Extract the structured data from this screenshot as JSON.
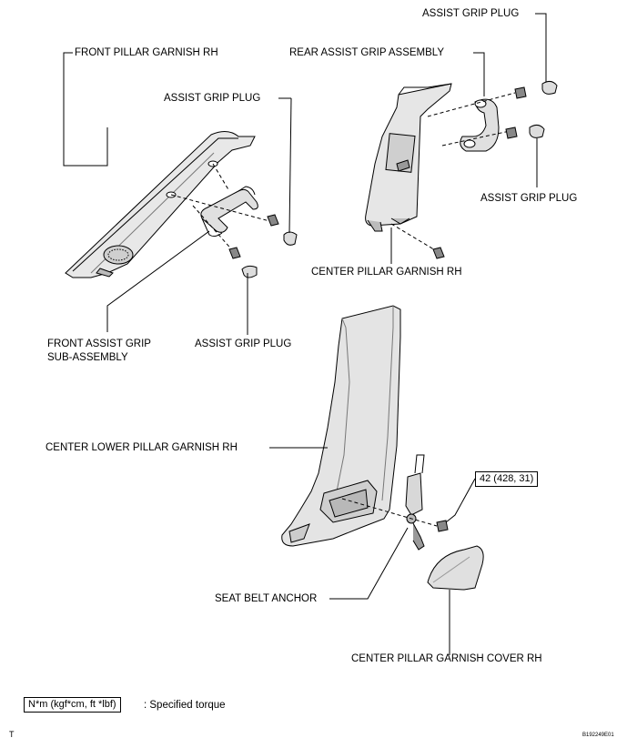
{
  "labels": {
    "assist_grip_plug_top_right": "ASSIST GRIP PLUG",
    "front_pillar_garnish": "FRONT PILLAR GARNISH RH",
    "rear_assist_grip_assembly": "REAR ASSIST GRIP ASSEMBLY",
    "assist_grip_plug_front": "ASSIST GRIP PLUG",
    "assist_grip_plug_rear_lower": "ASSIST GRIP PLUG",
    "center_pillar_garnish": "CENTER PILLAR GARNISH RH",
    "front_assist_grip_line1": "FRONT ASSIST GRIP",
    "front_assist_grip_line2": "SUB-ASSEMBLY",
    "assist_grip_plug_front_lower": "ASSIST GRIP PLUG",
    "center_lower_pillar_garnish": "CENTER LOWER PILLAR GARNISH RH",
    "torque_spec": "42 (428, 31)",
    "seat_belt_anchor": "SEAT BELT ANCHOR",
    "center_pillar_garnish_cover": "CENTER PILLAR GARNISH COVER RH"
  },
  "legend": {
    "box_text": "N*m (kgf*cm, ft *lbf)",
    "description": ": Specified torque"
  },
  "footer": {
    "left_mark": "T",
    "figure_code": "B192249E01"
  }
}
